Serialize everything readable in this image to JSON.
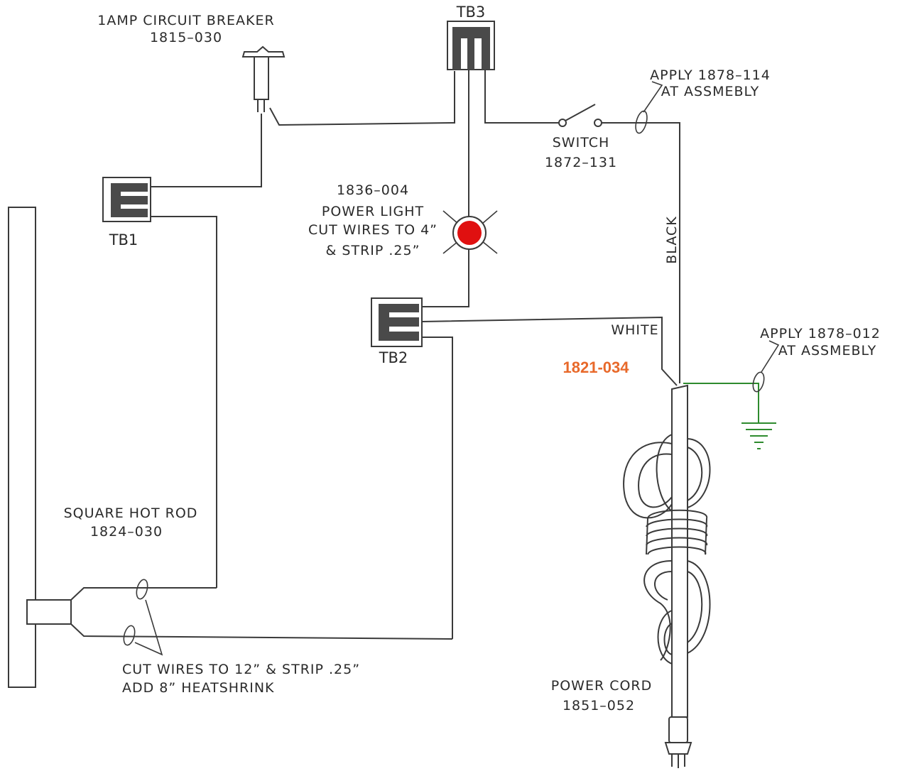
{
  "labels": {
    "breaker_line1": "1AMP CIRCUIT BREAKER",
    "breaker_line2": "1815–030",
    "tb3": "TB3",
    "tb1": "TB1",
    "tb2": "TB2",
    "switch_line1": "SWITCH",
    "switch_line2": "1872–131",
    "apply114_line1": "APPLY 1878–114",
    "apply114_line2": "AT ASSMEBLY",
    "light_line1": "1836–004",
    "light_line2": "POWER LIGHT",
    "light_line3": "CUT WIRES TO 4”",
    "light_line4": "& STRIP .25”",
    "black": "BLACK",
    "white": "WHITE",
    "apply012_line1": "APPLY 1878–012",
    "apply012_line2": "AT ASSMEBLY",
    "cord_part": "1821-034",
    "hotrod_line1": "SQUARE HOT ROD",
    "hotrod_line2": "1824–030",
    "cut_line1": "CUT WIRES TO 12” & STRIP .25”",
    "cut_line2": "ADD 8” HEATSHRINK",
    "cord_line1": "POWER CORD",
    "cord_line2": "1851–052"
  },
  "colors": {
    "line": "#3a3a3a",
    "ground": "#2e8b2e",
    "lamp": "#e01010",
    "accent_text": "#e8692a",
    "terminal_fill": "#4a4a4a"
  }
}
